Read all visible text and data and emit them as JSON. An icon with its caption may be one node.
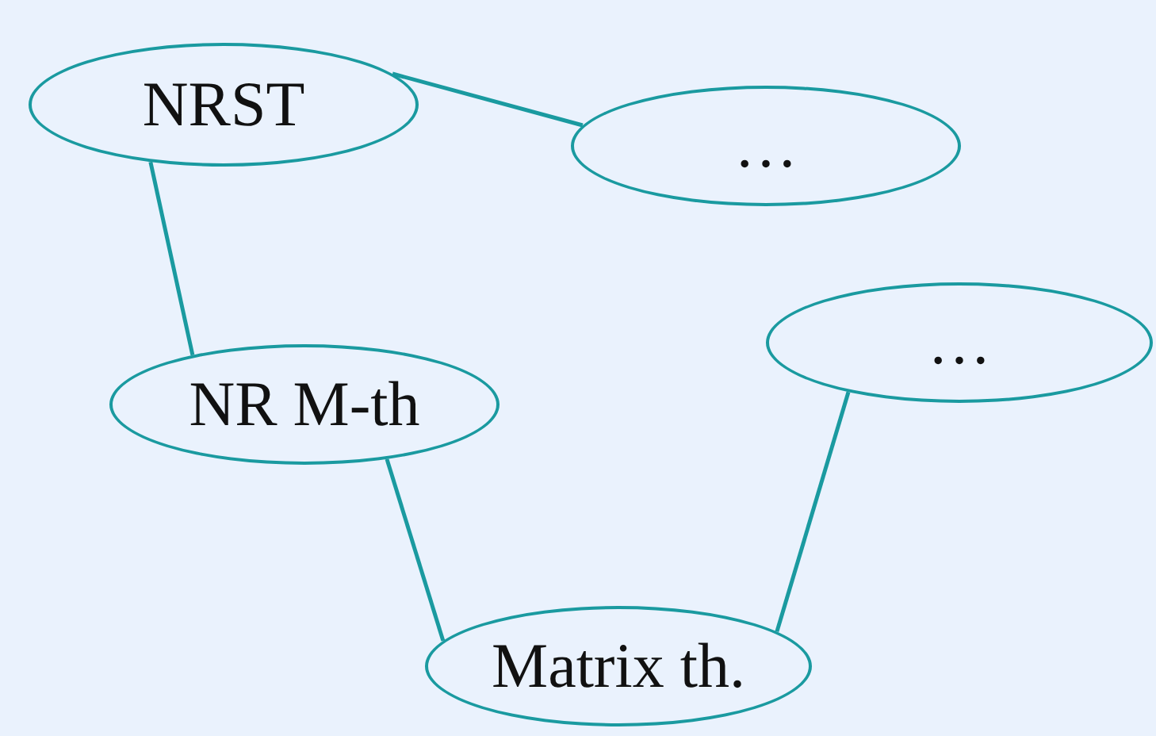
{
  "diagram": {
    "nodes": [
      {
        "text": [
          "NRST"
        ]
      },
      {
        "text": [
          "…"
        ]
      },
      {
        "text": [
          "…"
        ]
      },
      {
        "text": [
          "NR M-th"
        ]
      },
      {
        "text": [
          "Matrix th."
        ]
      }
    ],
    "edges": [
      {
        "from": 0,
        "to": 1,
        "arrow": "none"
      },
      {
        "from": 2,
        "to": 4,
        "arrow": "none"
      },
      {
        "from": 4,
        "to": 3,
        "arrow": "none"
      },
      {
        "from": 3,
        "to": 0,
        "arrow": "none"
      }
    ]
  }
}
